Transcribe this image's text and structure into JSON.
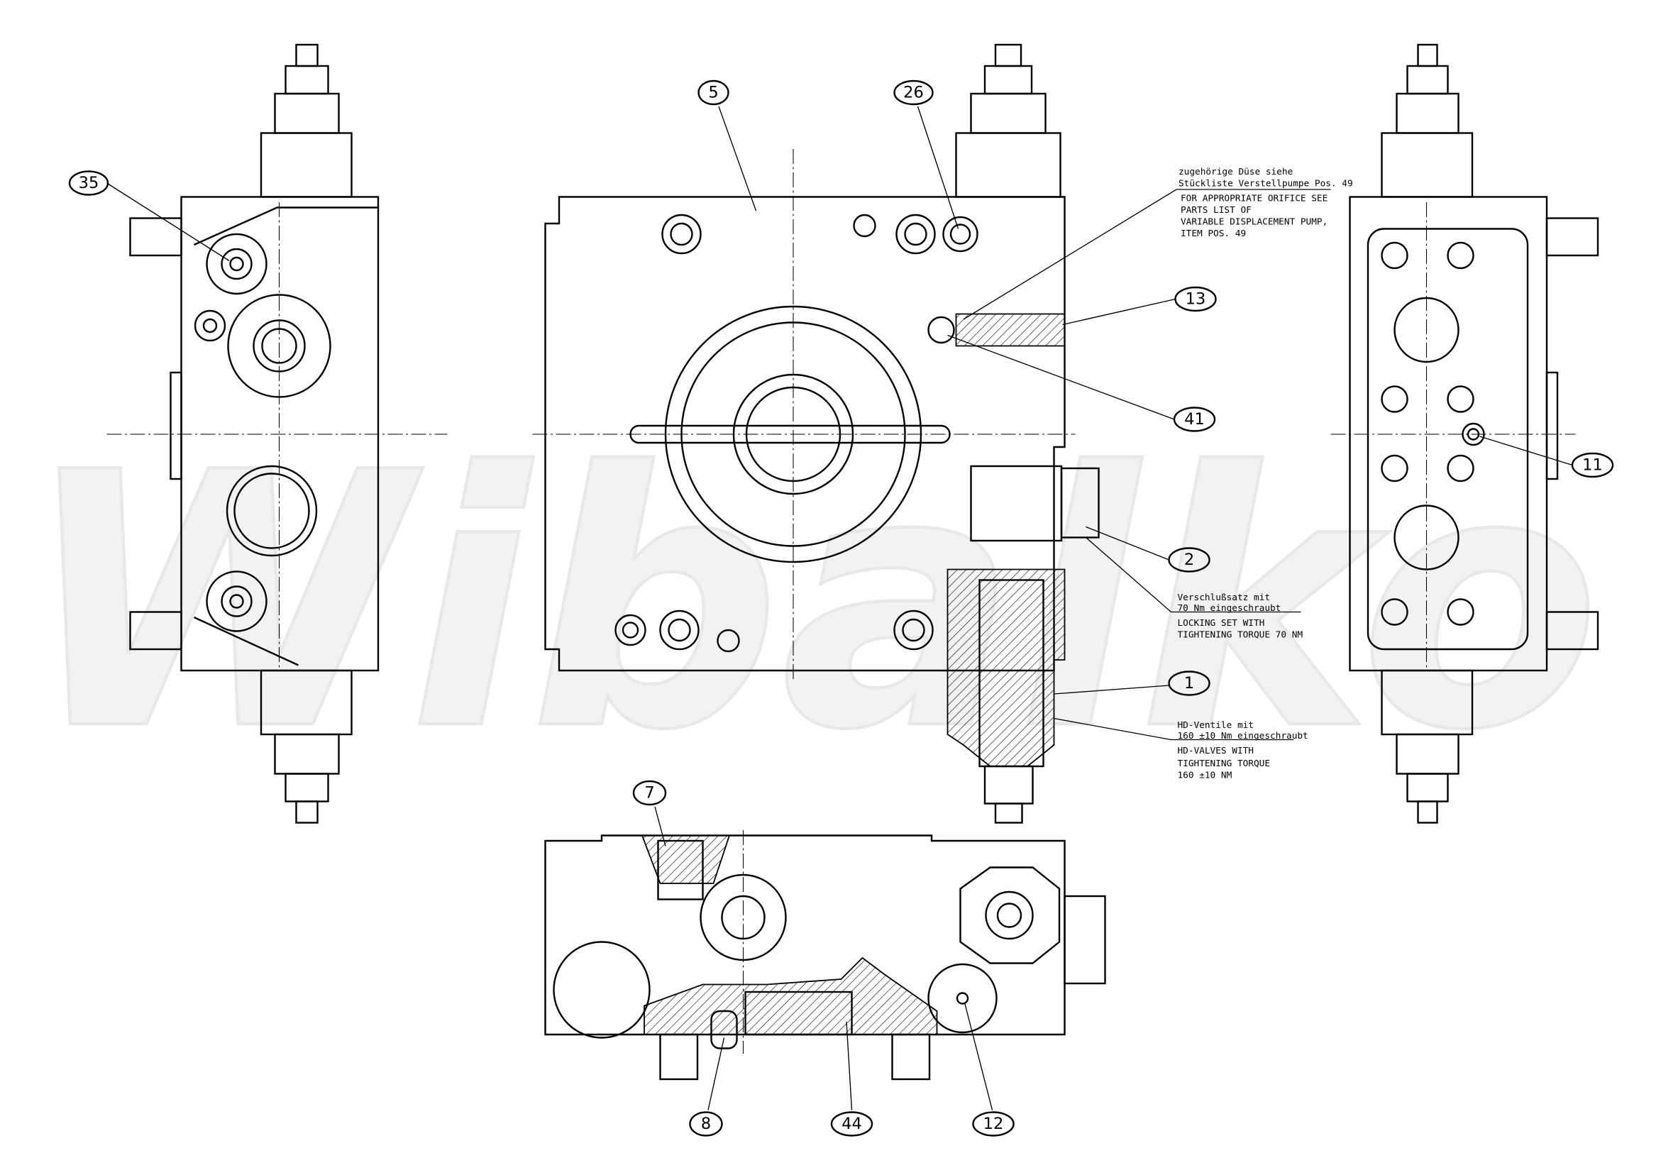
{
  "watermark": "Wibalko",
  "balloons": {
    "b35": "35",
    "b5": "5",
    "b26": "26",
    "b13": "13",
    "b41": "41",
    "b11": "11",
    "b2": "2",
    "b1": "1",
    "b7": "7",
    "b8": "8",
    "b44": "44",
    "b12": "12"
  },
  "notes": {
    "orifice": {
      "de_line1": "zugehörige Düse siehe",
      "de_line2": "Stückliste Verstellpumpe Pos. 49",
      "en_line1": "FOR APPROPRIATE ORIFICE SEE",
      "en_line2": "PARTS LIST OF",
      "en_line3": "VARIABLE DISPLACEMENT PUMP,",
      "en_line4": "ITEM POS. 49"
    },
    "locking": {
      "de_line1": "Verschlußsatz mit",
      "de_line2": "70 Nm eingeschraubt",
      "en_line1": "LOCKING SET WITH",
      "en_line2": "TIGHTENING TORQUE 70 NM"
    },
    "hd_valves": {
      "de_line1": "HD-Ventile mit",
      "de_line2": "160 ±10 Nm eingeschraubt",
      "en_line1": "HD-VALVES WITH",
      "en_line2": "TIGHTENING TORQUE",
      "en_line3": "160 ±10 NM"
    }
  }
}
